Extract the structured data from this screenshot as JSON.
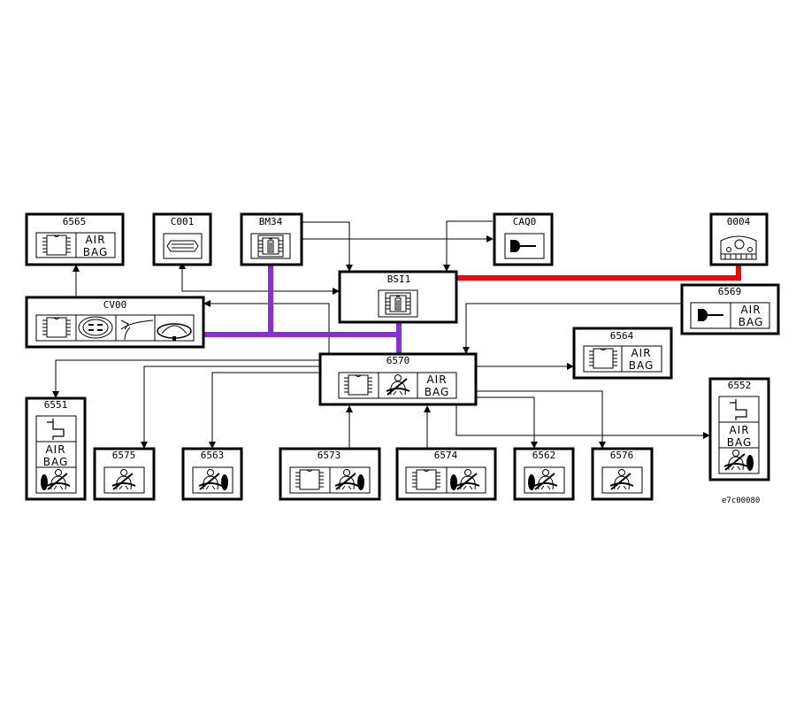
{
  "diagram": {
    "reference": "e7c00080",
    "colors": {
      "multiplex_bus": "#8a2be2",
      "dashboard_bus": "#ff0000",
      "lines": "#000000"
    },
    "modules": {
      "m6565": {
        "label": "6565",
        "icons": [
          "ecu-chip-icon",
          "airbag-text"
        ]
      },
      "c001": {
        "label": "C001",
        "icons": [
          "diagnostic-connector-icon"
        ]
      },
      "bm34": {
        "label": "BM34",
        "icons": [
          "fuse-box-icon"
        ]
      },
      "caq0": {
        "label": "CAQ0",
        "icons": [
          "ignition-key-icon"
        ]
      },
      "q004": {
        "label": "0004",
        "icons": [
          "instrument-cluster-icon"
        ]
      },
      "bsi1": {
        "label": "BSI1",
        "icons": [
          "fuse-box-icon"
        ]
      },
      "cv00": {
        "label": "CV00",
        "icons": [
          "ecu-chip-icon",
          "switch-module-icon",
          "wiper-stalk-icon",
          "steering-wheel-icon"
        ]
      },
      "m6569": {
        "label": "6569",
        "icons": [
          "key-switch-icon",
          "airbag-text"
        ]
      },
      "m6564": {
        "label": "6564",
        "icons": [
          "ecu-chip-icon",
          "airbag-text"
        ]
      },
      "m6570": {
        "label": "6570",
        "icons": [
          "ecu-chip-icon",
          "seatbelt-occupant-icon",
          "airbag-text"
        ]
      },
      "m6551": {
        "label": "6551",
        "icons": [
          "side-sensor-icon",
          "airbag-text",
          "side-airbag-occupant-icon"
        ]
      },
      "m6552": {
        "label": "6552",
        "icons": [
          "side-sensor-icon",
          "airbag-text",
          "side-airbag-occupant-icon"
        ]
      },
      "m6575": {
        "label": "6575",
        "icons": [
          "seatbelt-occupant-icon"
        ]
      },
      "m6563": {
        "label": "6563",
        "icons": [
          "side-airbag-occupant-icon"
        ]
      },
      "m6573": {
        "label": "6573",
        "icons": [
          "ecu-chip-icon",
          "side-airbag-occupant-icon"
        ]
      },
      "m6574": {
        "label": "6574",
        "icons": [
          "ecu-chip-icon",
          "side-airbag-occupant-icon"
        ]
      },
      "m6562": {
        "label": "6562",
        "icons": [
          "side-airbag-occupant-icon"
        ]
      },
      "m6576": {
        "label": "6576",
        "icons": [
          "seatbelt-occupant-icon"
        ]
      }
    },
    "airbag_text": {
      "line1": "AIR",
      "line2": "BAG"
    }
  }
}
